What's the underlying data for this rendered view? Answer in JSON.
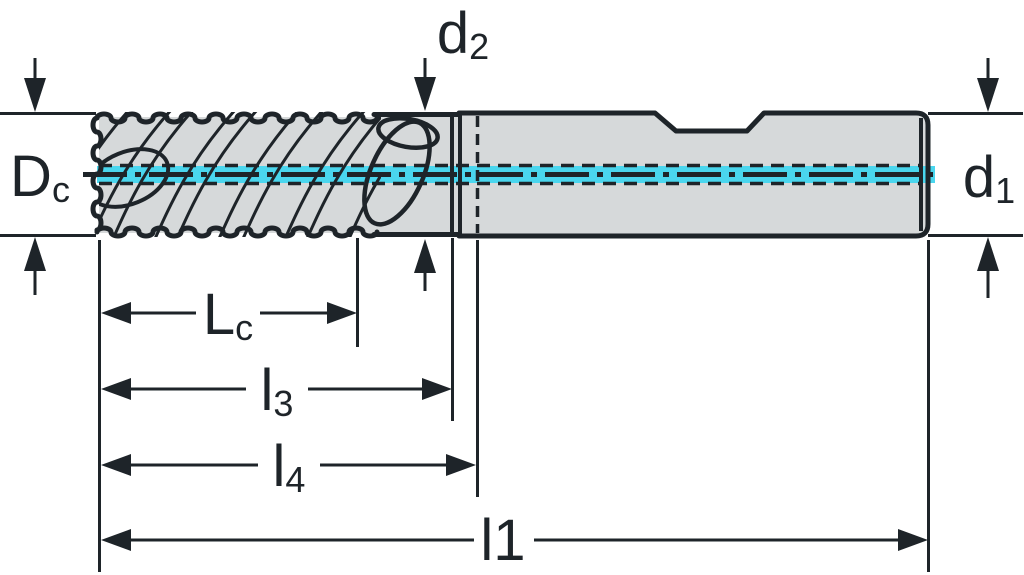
{
  "colors": {
    "ink": "#1e2429",
    "cyan": "#4ad6ee",
    "body": "#d6d9da",
    "bg": "#ffffff"
  },
  "labels": {
    "dc": {
      "main": "D",
      "sub": "c"
    },
    "d2": {
      "main": "d",
      "sub": "2"
    },
    "d1": {
      "main": "d",
      "sub": "1"
    },
    "lc": {
      "main": "L",
      "sub": "c"
    },
    "l3": {
      "main": "l",
      "sub": "3"
    },
    "l4": {
      "main": "l",
      "sub": "4"
    },
    "l1": {
      "text": "l1"
    }
  }
}
